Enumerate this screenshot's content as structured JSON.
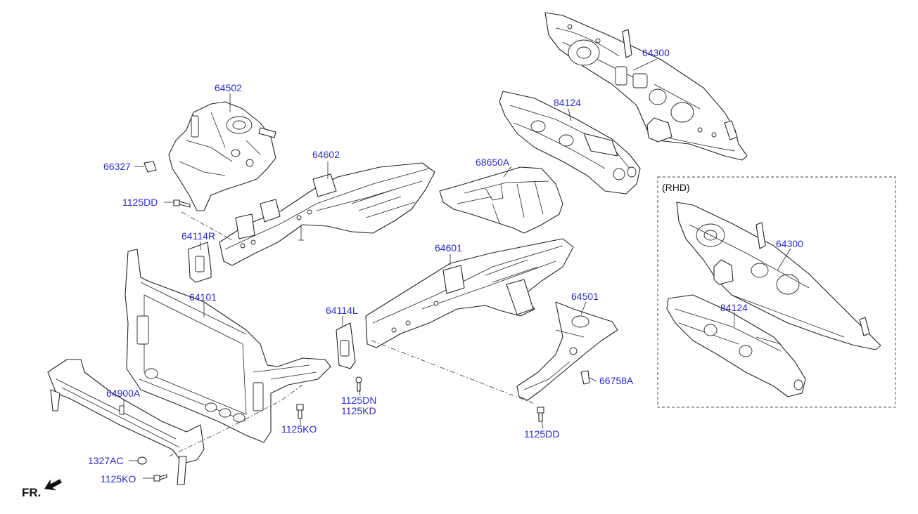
{
  "labels": {
    "p64502": "64502",
    "p66327": "66327",
    "p1125dd_left": "1125DD",
    "p64602": "64602",
    "p64114r": "64114R",
    "p68650a": "68650A",
    "p84124": "84124",
    "p64300": "64300",
    "p64601": "64601",
    "p64101": "64101",
    "p64114l": "64114L",
    "p64501": "64501",
    "p66758a": "66758A",
    "p1125dd_right": "1125DD",
    "p1125dn": "1125DN",
    "p1125kd": "1125KD",
    "p1125ko_mid": "1125KO",
    "p64900a": "64900A",
    "p1327ac": "1327AC",
    "p1125ko_bottom": "1125KO",
    "rhd_64300": "64300",
    "rhd_84124": "84124"
  },
  "rhd_note": "(RHD)",
  "fr_label": "FR.",
  "colors": {
    "label_blue": "#2b2bd0",
    "line": "#222222"
  }
}
